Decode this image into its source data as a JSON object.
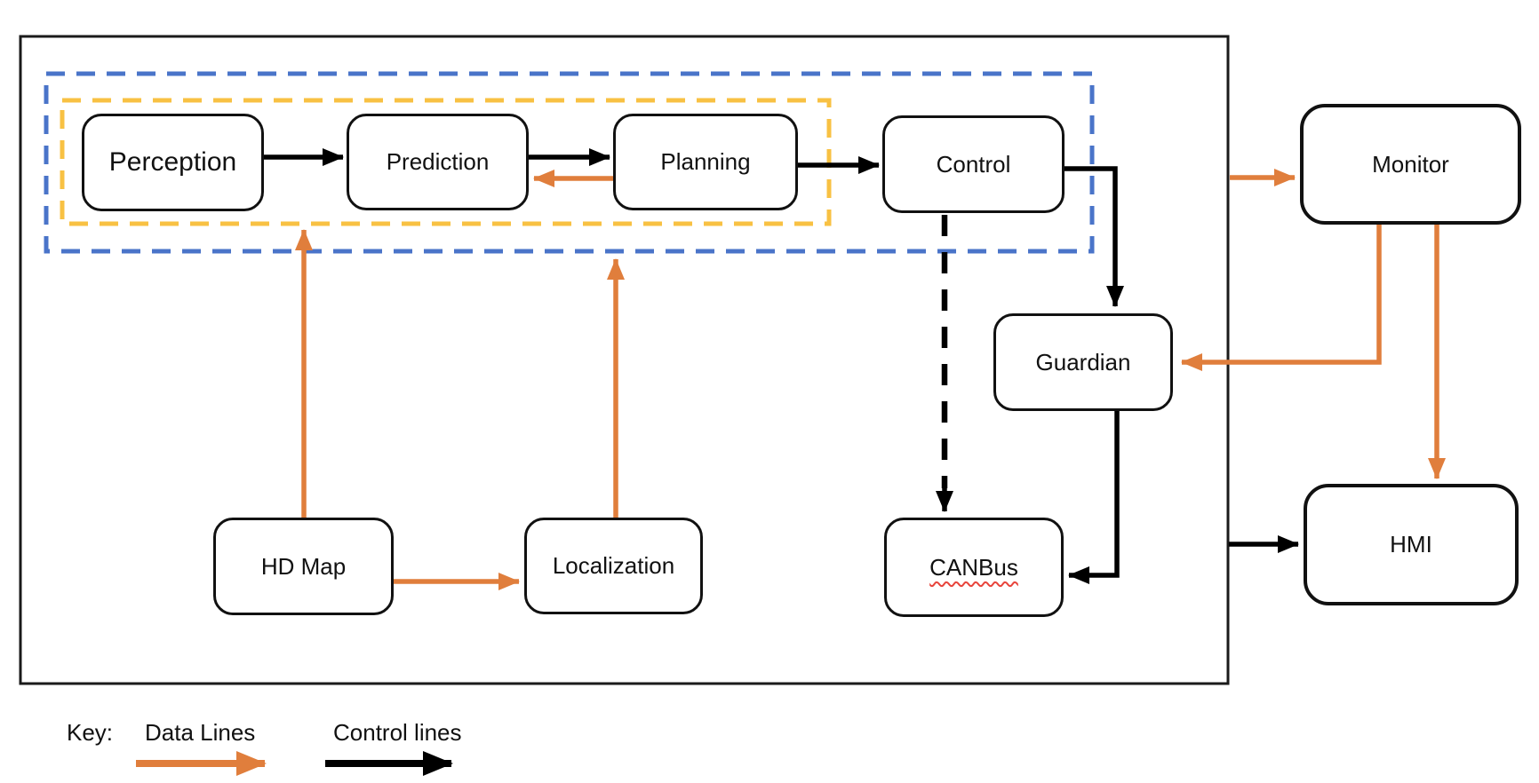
{
  "diagram": {
    "nodes": {
      "perception": "Perception",
      "prediction": "Prediction",
      "planning": "Planning",
      "control": "Control",
      "monitor": "Monitor",
      "guardian": "Guardian",
      "hd_map": "HD Map",
      "localization": "Localization",
      "canbus": "CANBus",
      "hmi": "HMI"
    },
    "legend": {
      "key_label": "Key:",
      "data_lines_label": "Data Lines",
      "control_lines_label": "Control lines"
    },
    "colors": {
      "data_line": "#e07e3c",
      "control_line": "#000000",
      "inner_group_border": "#f8c143",
      "outer_group_border": "#4a74c9",
      "spellcheck_underline": "#e8453c"
    }
  }
}
